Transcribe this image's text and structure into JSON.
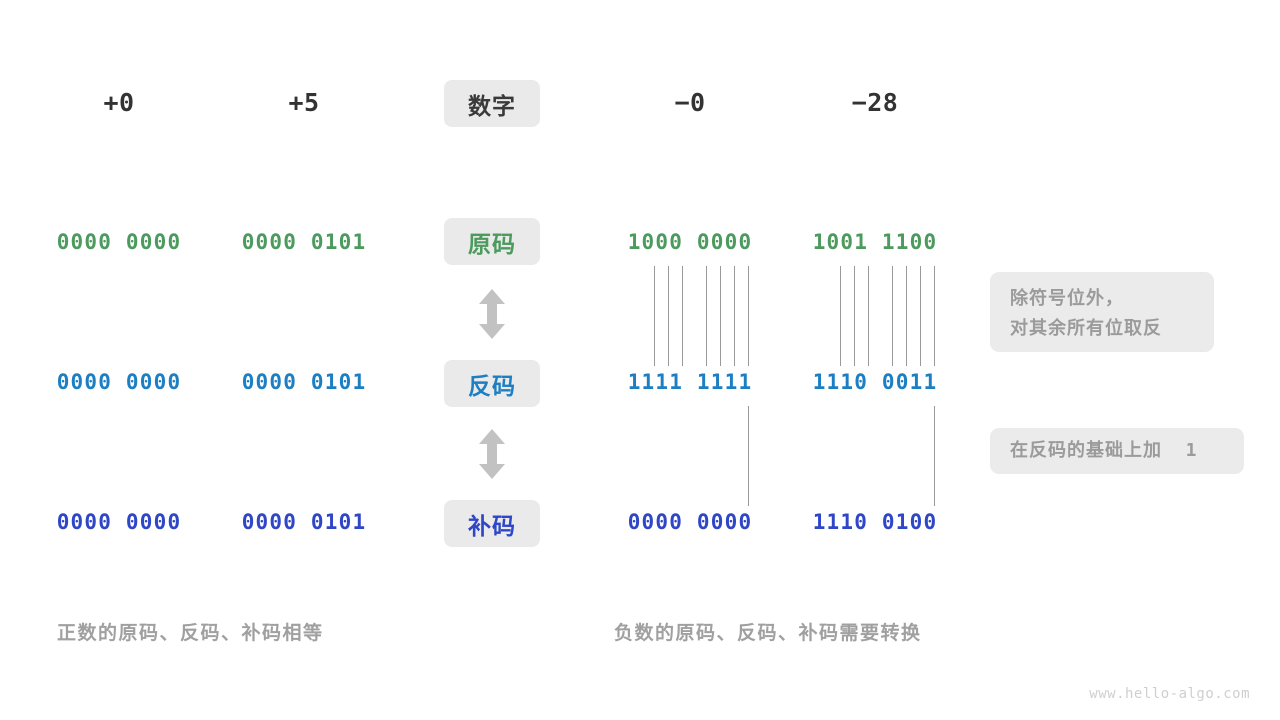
{
  "diagram": {
    "title_row": {
      "center_label": "数字",
      "left_values": [
        "+0",
        "+5"
      ],
      "right_values": [
        "−0",
        "−28"
      ]
    },
    "rows": [
      {
        "label": "原码",
        "color": "#4c9a5e",
        "left_values": [
          "0000 0000",
          "0000 0101"
        ],
        "right_values": [
          "1000 0000",
          "1001 1100"
        ]
      },
      {
        "label": "反码",
        "color": "#1d7fc3",
        "left_values": [
          "0000 0000",
          "0000 0101"
        ],
        "right_values": [
          "1111 1111",
          "1110 0011"
        ]
      },
      {
        "label": "补码",
        "color": "#2f46c7",
        "left_values": [
          "0000 0000",
          "0000 0101"
        ],
        "right_values": [
          "0000 0000",
          "1110 0100"
        ]
      }
    ],
    "notes": [
      {
        "line1": "除符号位外，",
        "line2": "对其余所有位取反"
      },
      {
        "line1": "在反码的基础上加",
        "line2": "1"
      }
    ],
    "captions": {
      "left": "正数的原码、反码、补码相等",
      "right": "负数的原码、反码、补码需要转换"
    },
    "footer": "www.hello-algo.com",
    "colors": {
      "badge_bg": "#eaeaea",
      "note_bg": "#ebebeb",
      "note_text": "#9b9b9b",
      "arrow": "#c2c2c2",
      "line": "#9a9a9a"
    }
  }
}
